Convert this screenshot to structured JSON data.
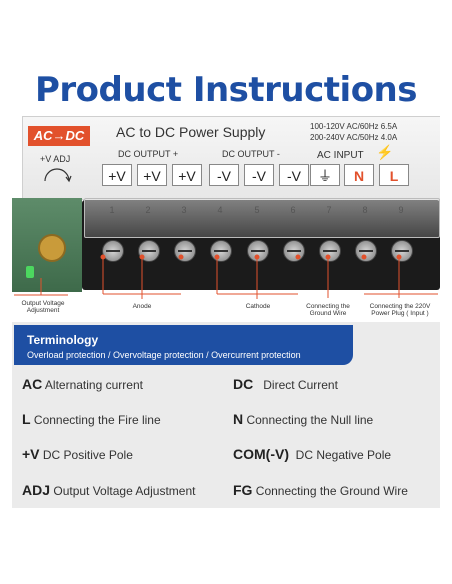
{
  "title": "Product Instructions",
  "device": {
    "badge": "AC→DC",
    "name": "AC to DC Power Supply",
    "spec_line1": "100-120V AC/60Hz 6.5A",
    "spec_line2": "200-240V AC/50Hz 4.0A",
    "vadj": "+V ADJ",
    "dc_output_pos": "DC OUTPUT +",
    "dc_output_neg": "DC OUTPUT -",
    "ac_input": "AC INPUT",
    "terminals": [
      "+V",
      "+V",
      "+V",
      "-V",
      "-V",
      "-V",
      "⏚",
      "N",
      "L"
    ],
    "terminal_numbers": [
      "1",
      "2",
      "3",
      "4",
      "5",
      "6",
      "7",
      "8",
      "9"
    ]
  },
  "callouts": {
    "adjust": [
      "Output Voltage",
      "Adjustment"
    ],
    "anode": "Anode",
    "cathode": "Cathode",
    "ground": [
      "Connecting the",
      "Ground Wire"
    ],
    "plug": [
      "Connecting the 220V",
      "Power Plug ( Input )"
    ]
  },
  "terminology": {
    "title": "Terminology",
    "subtitle": "Overload protection / Overvoltage protection / Overcurrent protection",
    "items": [
      {
        "abbr": "AC",
        "desc": "Alternating current"
      },
      {
        "abbr": "DC",
        "desc": "Direct Current"
      },
      {
        "abbr": "L",
        "desc": "Connecting the Fire line"
      },
      {
        "abbr": "N",
        "desc": "Connecting the Null line"
      },
      {
        "abbr": "+V",
        "desc": "DC Positive Pole"
      },
      {
        "abbr": "COM(-V)",
        "desc": "DC Negative Pole"
      },
      {
        "abbr": "ADJ",
        "desc": "Output Voltage Adjustment"
      },
      {
        "abbr": "FG",
        "desc": "Connecting the Ground Wire"
      }
    ]
  },
  "colors": {
    "brand_blue": "#1e4fa3",
    "accent_orange": "#e2512c"
  }
}
